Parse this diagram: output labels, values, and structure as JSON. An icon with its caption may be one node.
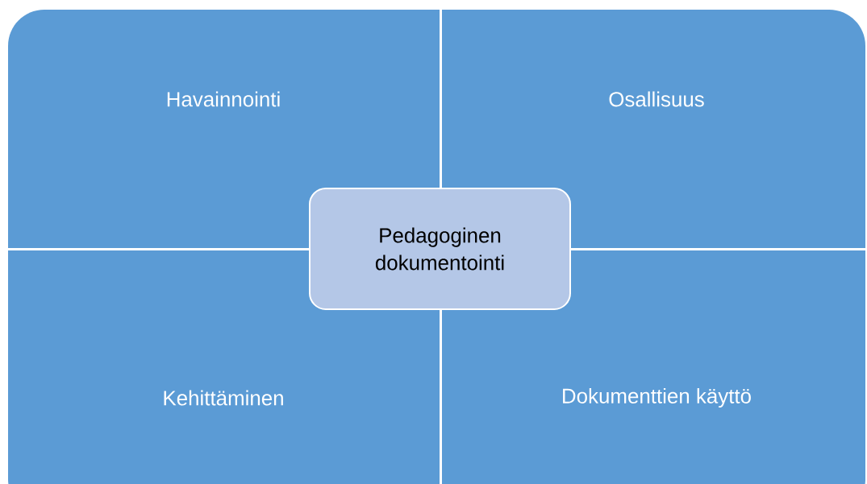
{
  "diagram": {
    "nodes": [
      {
        "text": [
          "Havainnointi"
        ]
      },
      {
        "text": [
          "Osallisuus"
        ]
      },
      {
        "text": [
          "Pedagoginen dokumentointi"
        ]
      },
      {
        "text": [
          "Kehittäminen"
        ]
      },
      {
        "text": [
          "Dokumenttien käyttö"
        ]
      }
    ]
  }
}
